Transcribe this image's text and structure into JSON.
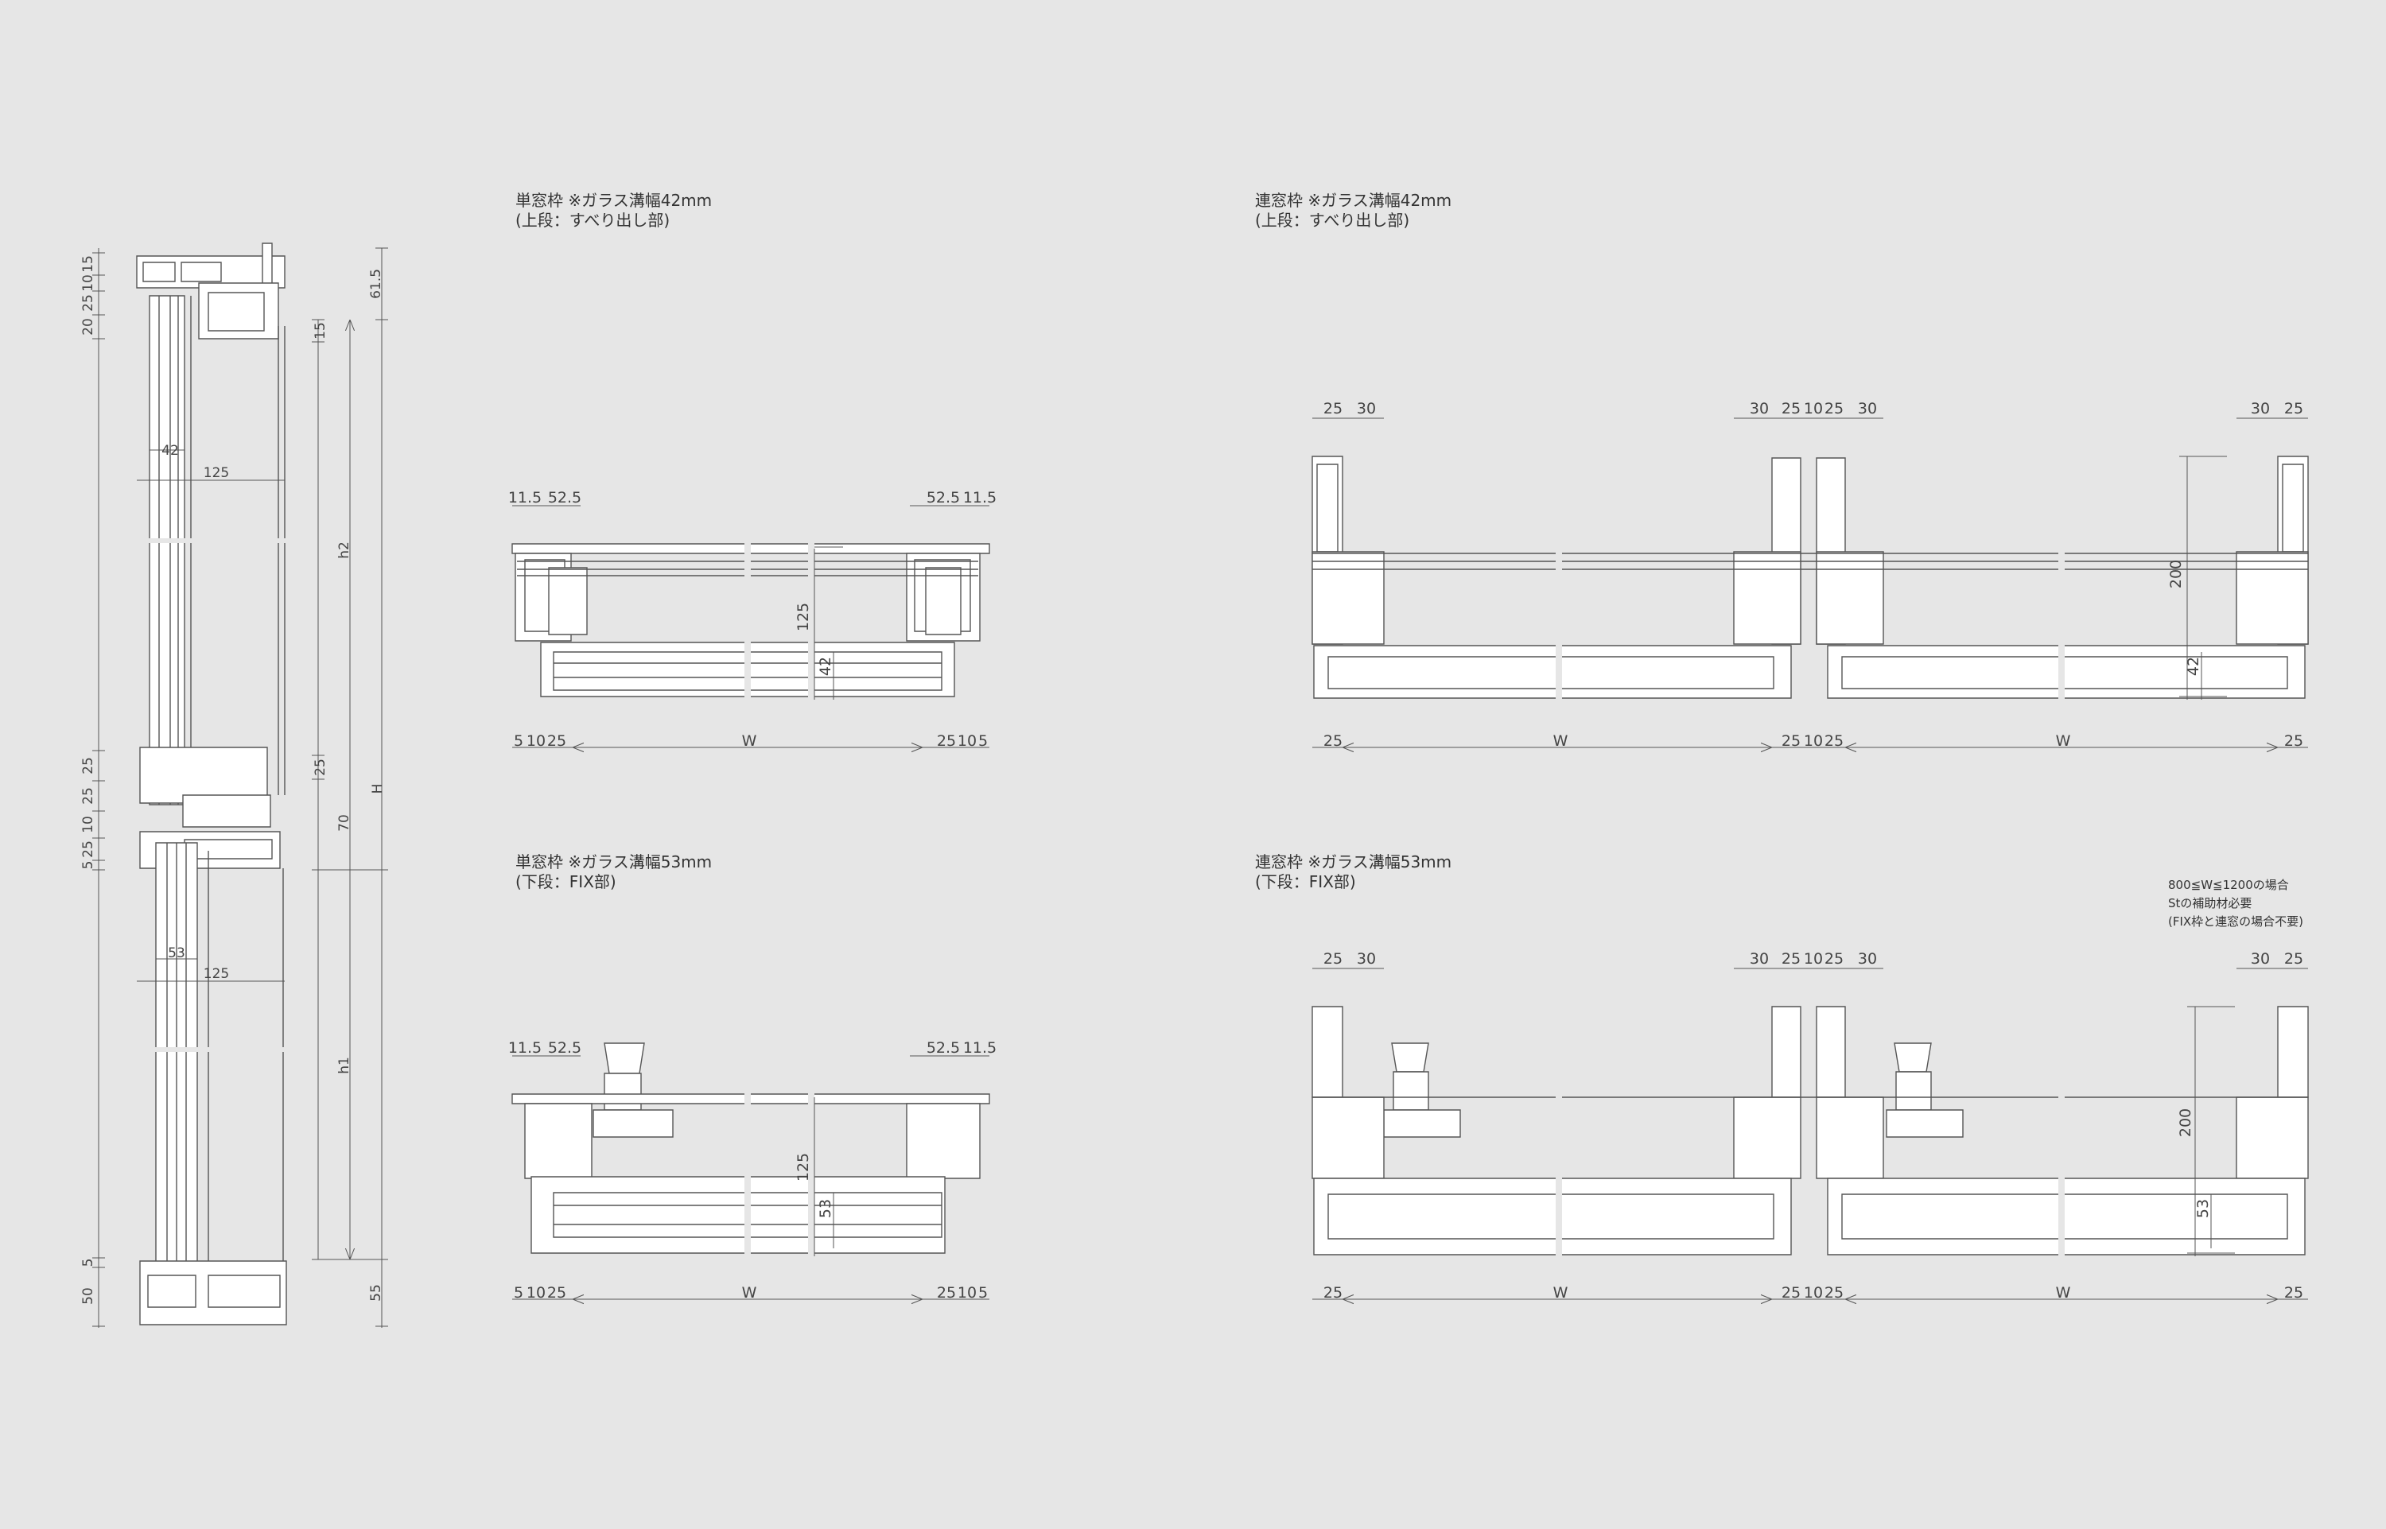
{
  "titles": {
    "single_top_1": "単窓枠 ※ガラス溝幅42mm",
    "single_top_2": "(上段：すべり出し部)",
    "single_bottom_1": "単窓枠 ※ガラス溝幅53mm",
    "single_bottom_2": "(下段：FIX部)",
    "multi_top_1": "連窓枠 ※ガラス溝幅42mm",
    "multi_top_2": "(上段：すべり出し部)",
    "multi_bottom_1": "連窓枠 ※ガラス溝幅53mm",
    "multi_bottom_2": "(下段：FIX部)"
  },
  "note": {
    "line1": "800≦W≦1200の場合",
    "line2": "Stの補助材必要",
    "line3": "(FIX枠と連窓の場合不要)"
  },
  "section": {
    "left_dims": [
      "15",
      "10",
      "25",
      "20",
      "25",
      "25",
      "10",
      "25",
      "5",
      "5",
      "50"
    ],
    "right_dims": [
      "61.5",
      "15",
      "25",
      "70",
      "55"
    ],
    "vertical_labels": {
      "h2": "h2",
      "h1": "h1",
      "H": "H"
    },
    "inner_dims": {
      "g42": "42",
      "w125a": "125",
      "g53": "53",
      "w125b": "125"
    }
  },
  "single": {
    "top_left": [
      "11.5",
      "52.5"
    ],
    "top_right": [
      "52.5",
      "11.5"
    ],
    "bottom_dims": [
      "5",
      "10",
      "25",
      "W",
      "25",
      "10",
      "5"
    ],
    "depth": "125",
    "glass_top": "42",
    "glass_bottom": "53"
  },
  "multi": {
    "top_dims": [
      "25",
      "30",
      "30",
      "25",
      "10",
      "25",
      "30",
      "30",
      "25"
    ],
    "bottom_dims": [
      "25",
      "W",
      "25",
      "10",
      "25",
      "W",
      "25"
    ],
    "height_top": "200",
    "height_bottom": "200",
    "glass_top": "42",
    "glass_bottom": "53"
  },
  "colors": {
    "background": "#e6e6e6",
    "line": "#555555",
    "profile": "#ffffff"
  }
}
